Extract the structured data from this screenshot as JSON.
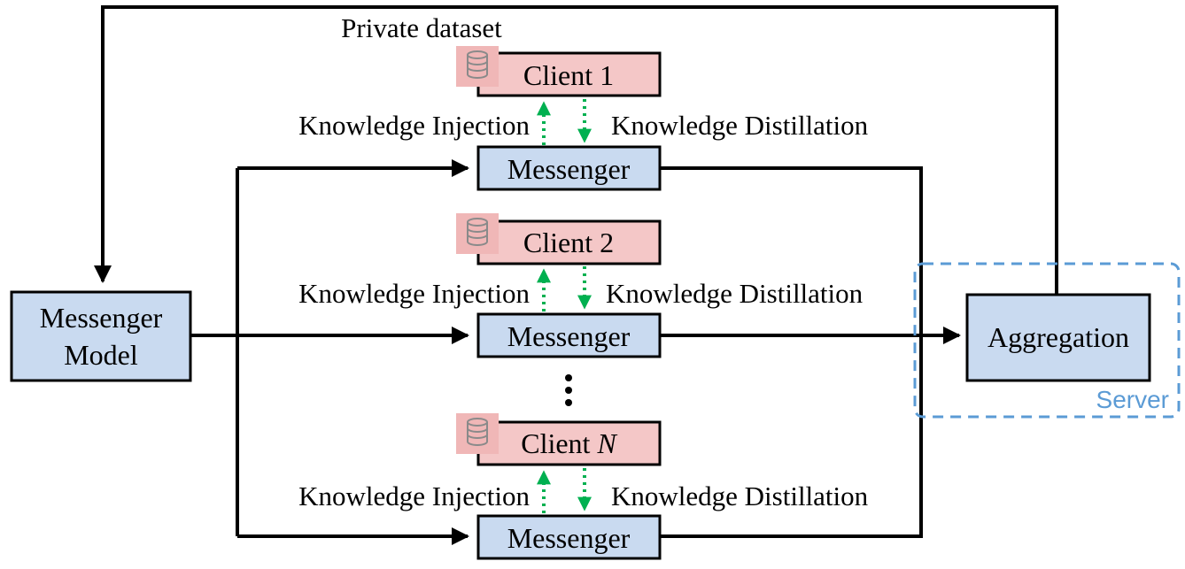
{
  "colors": {
    "client_fill": "#f4c7c7",
    "messenger_fill": "#c9daf0",
    "line": "#000000",
    "arrow_green": "#00b050",
    "server_border": "#5b9bd5",
    "db_icon_bg": "#f0b7b7"
  },
  "messenger_model": {
    "line1": "Messenger",
    "line2": "Model"
  },
  "private_dataset_label": "Private dataset",
  "clients": [
    {
      "name": "Client 1",
      "name_prefix": "Client ",
      "name_suffix": "1",
      "suffix_italic": false
    },
    {
      "name": "Client 2",
      "name_prefix": "Client ",
      "name_suffix": "2",
      "suffix_italic": false
    },
    {
      "name": "Client N",
      "name_prefix": "Client ",
      "name_suffix": "N",
      "suffix_italic": true
    }
  ],
  "messenger_label": "Messenger",
  "knowledge_injection_label": "Knowledge Injection",
  "knowledge_distillation_label": "Knowledge Distillation",
  "ellipsis": "⋮",
  "aggregation_label": "Aggregation",
  "server_label": "Server",
  "icons": {
    "database": "database-icon"
  }
}
